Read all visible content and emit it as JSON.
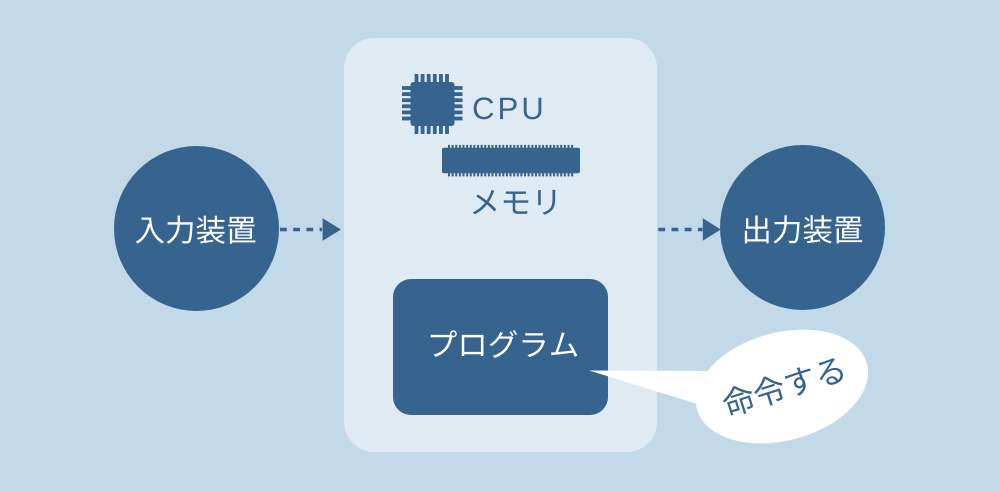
{
  "colors": {
    "background": "#c2d9e8",
    "panel": "#dfeaf3",
    "primary": "#36648e",
    "bubble": "#ffffff",
    "text_light": "#ffffff"
  },
  "diagram": {
    "input_device": {
      "label": "入力装置"
    },
    "computer_unit": {
      "cpu": {
        "label": "CPU",
        "icon": "cpu-chip-icon"
      },
      "memory": {
        "label": "メモリ",
        "icon": "memory-module-icon"
      },
      "program": {
        "label": "プログラム"
      }
    },
    "output_device": {
      "label": "出力装置"
    },
    "speech_bubble": {
      "label": "命令する"
    }
  }
}
